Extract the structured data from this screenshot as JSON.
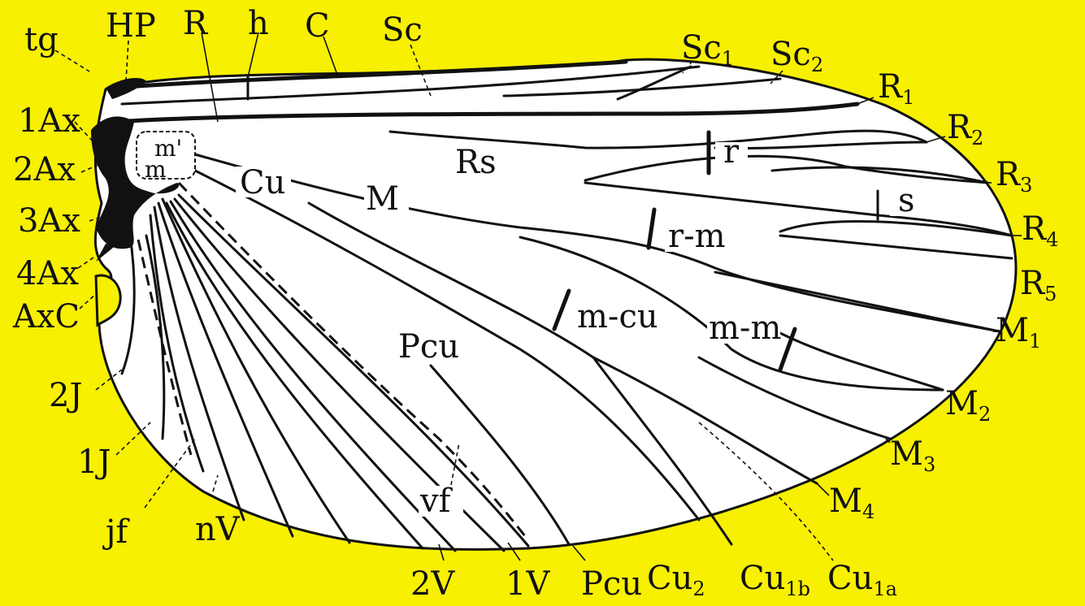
{
  "figure": {
    "background_color": "#f7f000",
    "wing_color": "#ffffff",
    "ink_color": "#111111"
  },
  "labels": {
    "tg": "tg",
    "HP": "HP",
    "R": "R",
    "h": "h",
    "C": "C",
    "Sc": "Sc",
    "Sc1": {
      "base": "Sc",
      "sub": "1"
    },
    "Sc2": {
      "base": "Sc",
      "sub": "2"
    },
    "R1": {
      "base": "R",
      "sub": "1"
    },
    "R2": {
      "base": "R",
      "sub": "2"
    },
    "R3": {
      "base": "R",
      "sub": "3"
    },
    "R4": {
      "base": "R",
      "sub": "4"
    },
    "R5": {
      "base": "R",
      "sub": "5"
    },
    "M1": {
      "base": "M",
      "sub": "1"
    },
    "M2": {
      "base": "M",
      "sub": "2"
    },
    "M3": {
      "base": "M",
      "sub": "3"
    },
    "M4": {
      "base": "M",
      "sub": "4"
    },
    "Ax1": "1Ax",
    "Ax2": "2Ax",
    "Ax3": "3Ax",
    "Ax4": "4Ax",
    "AxC": "AxC",
    "J2": "2J",
    "J1": "1J",
    "jf": "jf",
    "nV": "nV",
    "V2": "2V",
    "V1": "1V",
    "Pcu_bottom": "Pcu",
    "Pcu_mid": "Pcu",
    "Cu2": {
      "base": "Cu",
      "sub": "2"
    },
    "Cu1b": {
      "base": "Cu",
      "sub": "1b"
    },
    "Cu1a": {
      "base": "Cu",
      "sub": "1a"
    },
    "Rs": "Rs",
    "Cu": "Cu",
    "M": "M",
    "m_upper": "m'",
    "m_lower": "m",
    "r": "r",
    "s": "s",
    "r_m": "r-m",
    "m_cu": "m-cu",
    "m_m": "m-m",
    "vf": "vf"
  }
}
